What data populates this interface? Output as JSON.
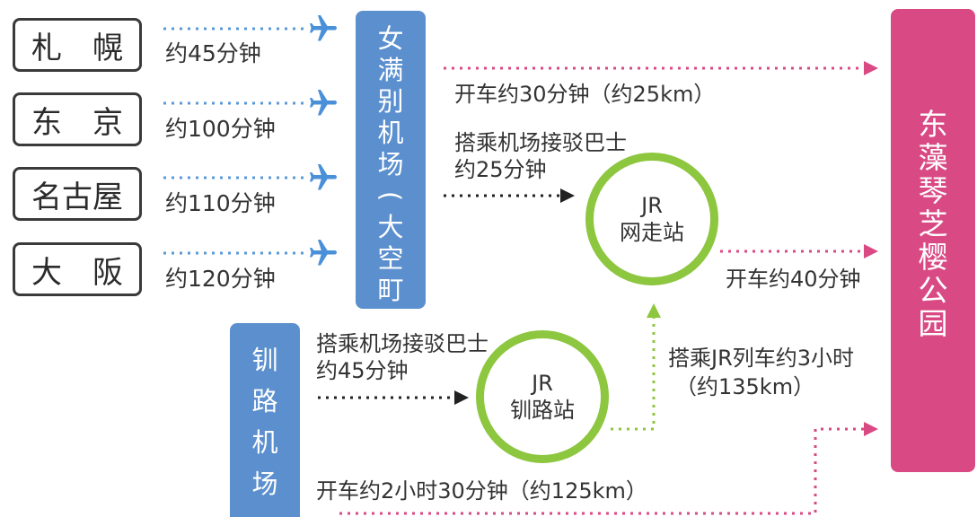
{
  "cities": [
    {
      "chars": [
        "札",
        "幌"
      ],
      "time": "约45分钟"
    },
    {
      "chars": [
        "东",
        "京"
      ],
      "time": "约100分钟"
    },
    {
      "chars": [
        "名古屋"
      ],
      "time": "约110分钟"
    },
    {
      "chars": [
        "大",
        "阪"
      ],
      "time": "约120分钟"
    }
  ],
  "memanbetsu_airport": {
    "chars": [
      "女",
      "满",
      "别",
      "机",
      "场",
      "(",
      "大",
      "空",
      "町",
      ")"
    ]
  },
  "kushiro_airport": {
    "chars": [
      "钏",
      "路",
      "机",
      "场"
    ]
  },
  "destination": {
    "chars": [
      "东",
      "藻",
      "琴",
      "芝",
      "樱",
      "公",
      "园"
    ]
  },
  "stations": {
    "abashiri": {
      "line1": "JR",
      "line2": "网走站"
    },
    "kushiro": {
      "line1": "JR",
      "line2": "钏路站"
    }
  },
  "routes": {
    "memanbetsu_drive": "开车约30分钟（约25km）",
    "memanbetsu_bus_line1": "搭乘机场接驳巴士",
    "memanbetsu_bus_line2": "约25分钟",
    "abashiri_drive": "开车约40分钟",
    "kushiro_bus_line1": "搭乘机场接驳巴士",
    "kushiro_bus_line2": "约45分钟",
    "jr_train_line1": "搭乘JR列车约3小时",
    "jr_train_line2": "（约135km）",
    "kushiro_drive": "开车约2小时30分钟（约125km）"
  },
  "colors": {
    "blue": "#5b8fce",
    "pink": "#d94a85",
    "green": "#8dc63f",
    "plane": "#4a90d9"
  },
  "icons": {
    "plane": "plane-icon"
  }
}
